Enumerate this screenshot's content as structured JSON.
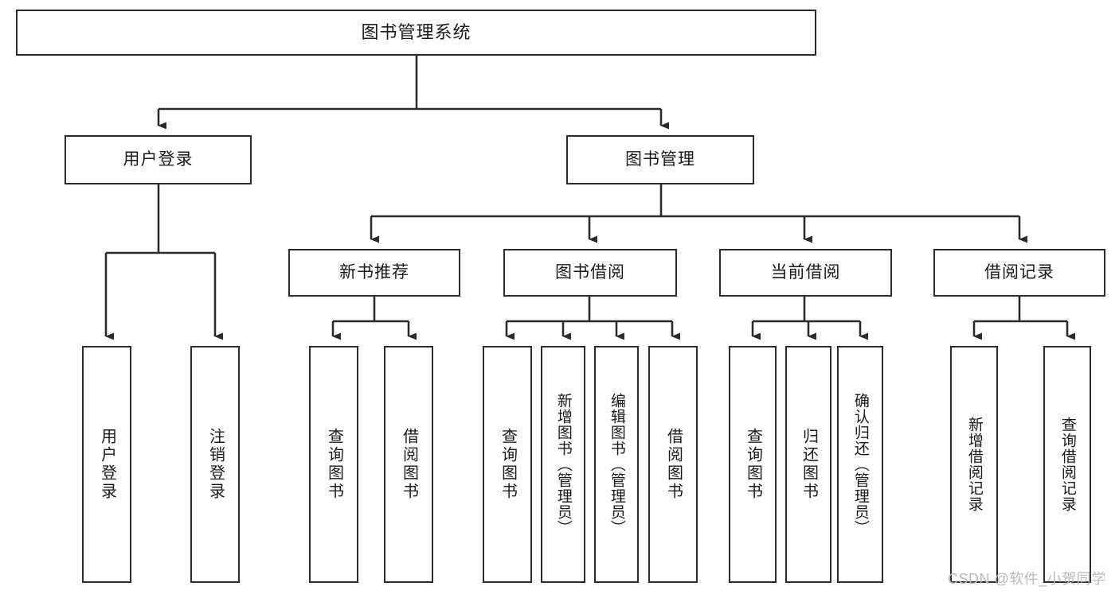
{
  "diagram": {
    "title": "图书管理系统",
    "type": "tree-hierarchy",
    "root": {
      "label": "图书管理系统"
    },
    "level2": [
      {
        "label": "用户登录"
      },
      {
        "label": "图书管理"
      }
    ],
    "level3": [
      {
        "label": "新书推荐"
      },
      {
        "label": "图书借阅"
      },
      {
        "label": "当前借阅"
      },
      {
        "label": "借阅记录"
      }
    ],
    "leaves": [
      {
        "label": "用户登录"
      },
      {
        "label": "注销登录"
      },
      {
        "label": "查询图书"
      },
      {
        "label": "借阅图书"
      },
      {
        "label": "查询图书"
      },
      {
        "label": "新增图书（管理员）"
      },
      {
        "label": "编辑图书（管理员）"
      },
      {
        "label": "借阅图书"
      },
      {
        "label": "查询图书"
      },
      {
        "label": "归还图书"
      },
      {
        "label": "确认归还（管理员）"
      },
      {
        "label": "新增借阅记录"
      },
      {
        "label": "查询借阅记录"
      }
    ]
  },
  "watermark": {
    "text": "CSDN @软件_小贺同学"
  },
  "colors": {
    "stroke": "#2b2b2b",
    "fill": "#ffffff",
    "text": "#1a1a1a",
    "watermark": "#b9b9b9"
  }
}
